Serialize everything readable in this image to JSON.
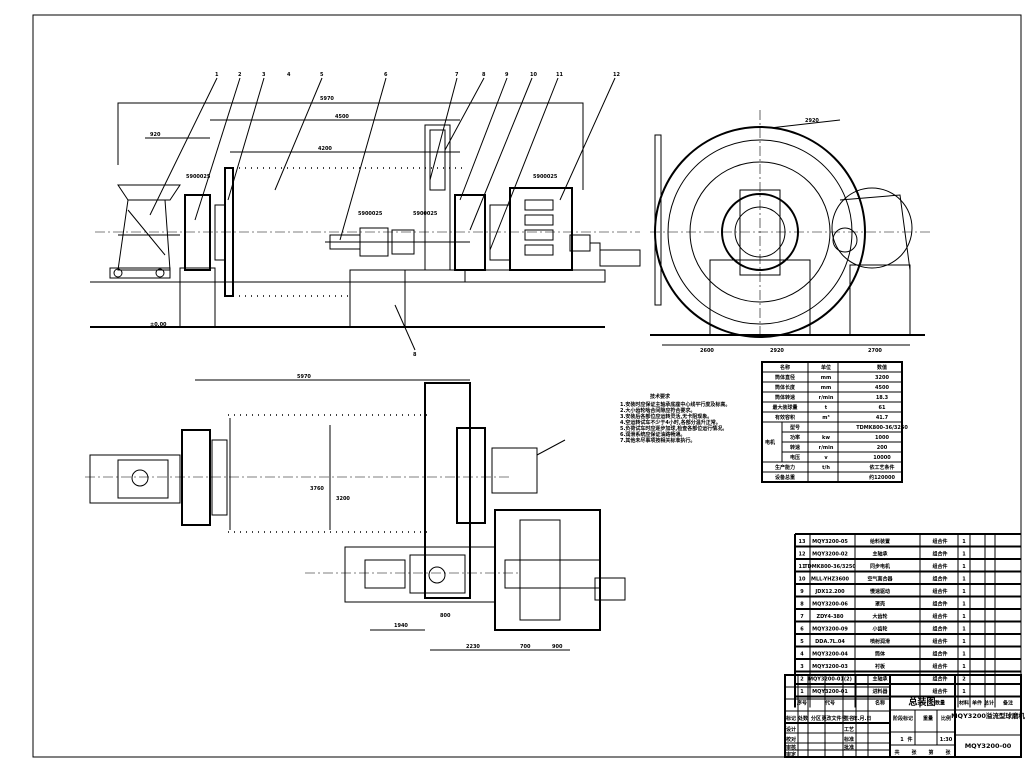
{
  "drawing": {
    "title": "总装图",
    "product_name": "MQY3200溢流型球磨机",
    "drawing_number": "MQY3200-00",
    "scale": "1:30",
    "sheet_count": "1",
    "sheet_label": "件",
    "sheets_line": [
      "共",
      "张",
      "第",
      "张"
    ],
    "header_labels": [
      "标记",
      "处数",
      "分区",
      "更改文件号",
      "签名",
      "年.月.日"
    ],
    "role_labels": [
      "设计",
      "校对",
      "审核",
      "审定"
    ],
    "role_labels_right": [
      "工艺",
      "标准",
      "批准"
    ],
    "stage_labels": [
      "阶段标记",
      "重量",
      "比例"
    ]
  },
  "bom": {
    "columns": [
      "序号",
      "代号",
      "名称",
      "数量",
      "材料",
      "单件",
      "总计",
      "备注"
    ],
    "rows": [
      {
        "no": "13",
        "code": "MQY3200-05",
        "name": "给料装置",
        "mat": "组合件",
        "qty": "1"
      },
      {
        "no": "12",
        "code": "MQY3200-02",
        "name": "主轴承",
        "mat": "组合件",
        "qty": "1"
      },
      {
        "no": "11",
        "code": "TDMK800-36/3250",
        "name": "同步电机",
        "mat": "组合件",
        "qty": "1"
      },
      {
        "no": "10",
        "code": "MLL-YHZ3600",
        "name": "空气离合器",
        "mat": "组合件",
        "qty": "1"
      },
      {
        "no": "9",
        "code": "JDX12.200",
        "name": "慢速驱动",
        "mat": "组合件",
        "qty": "1"
      },
      {
        "no": "8",
        "code": "MQY3200-06",
        "name": "罩壳",
        "mat": "组合件",
        "qty": "1"
      },
      {
        "no": "7",
        "code": "ZDY4-380",
        "name": "大齿轮",
        "mat": "组合件",
        "qty": "1"
      },
      {
        "no": "6",
        "code": "MQY3200-09",
        "name": "小齿轮",
        "mat": "组合件",
        "qty": "1"
      },
      {
        "no": "5",
        "code": "DDA.7L.04",
        "name": "喷射润滑",
        "mat": "组合件",
        "qty": "1"
      },
      {
        "no": "4",
        "code": "MQY3200-04",
        "name": "筒体",
        "mat": "组合件",
        "qty": "1"
      },
      {
        "no": "3",
        "code": "MQY3200-03",
        "name": "衬板",
        "mat": "组合件",
        "qty": "1"
      },
      {
        "no": "2",
        "code": "MQY3200-01(2)",
        "name": "主轴承",
        "mat": "组合件",
        "qty": "2"
      },
      {
        "no": "1",
        "code": "MQY3200-01",
        "name": "进料器",
        "mat": "组合件",
        "qty": "1"
      }
    ]
  },
  "specs": {
    "columns": [
      "名称",
      "单位",
      "数值"
    ],
    "rows": [
      [
        "筒体直径",
        "mm",
        "3200"
      ],
      [
        "筒体长度",
        "mm",
        "4500"
      ],
      [
        "筒体转速",
        "r/min",
        "18.3"
      ],
      [
        "最大装球量",
        "t",
        "61"
      ],
      [
        "有效容积",
        "m³",
        "41.7"
      ]
    ],
    "motor_group": "电机",
    "motor_rows": [
      [
        "型号",
        "",
        "TDMK800-36/3250"
      ],
      [
        "功率",
        "kw",
        "1000"
      ],
      [
        "转速",
        "r/min",
        "200"
      ],
      [
        "电压",
        "v",
        "10000"
      ]
    ],
    "tail_rows": [
      [
        "生产能力",
        "t/h",
        "依工艺条件"
      ],
      [
        "设备总重",
        "",
        "约120000"
      ]
    ]
  },
  "notes": {
    "title": "技术要求",
    "lines": [
      "1.安装时应保证主轴承底座中心线平行度及标高。",
      "2.大小齿轮啮合间隙应符合要求。",
      "3.安装后各部位应运转灵活,无卡阻现象。",
      "4.空运转试车不少于4小时,各部分温升正常。",
      "5.负荷试车时应逐步加球,检查各部位运行情况。",
      "6.润滑系统应保证油路畅通。",
      "7.其他未尽事项按相关标准执行。"
    ]
  },
  "balloons": [
    "1",
    "2",
    "3",
    "4",
    "5",
    "6",
    "7",
    "8",
    "9",
    "10",
    "11",
    "12"
  ],
  "dimensions": {
    "top_overall": "5970",
    "shell_len": "4500",
    "feed": "920",
    "shell_inner": "4200",
    "bearing_label_1": "5900025",
    "bearing_label_2": "5900025",
    "bearing_label_3": "5900025",
    "end_width": "2920",
    "end_base_l": "2600",
    "end_base_r": "2700",
    "plan_overall": "5970",
    "plan_dia": "3200",
    "plan_dia2": "3760",
    "plan_d1": "1940",
    "plan_d2": "800",
    "plan_d3": "2230",
    "plan_d4": "700",
    "plan_d5": "900",
    "elev": "±0.00",
    "base_mark": "8"
  }
}
